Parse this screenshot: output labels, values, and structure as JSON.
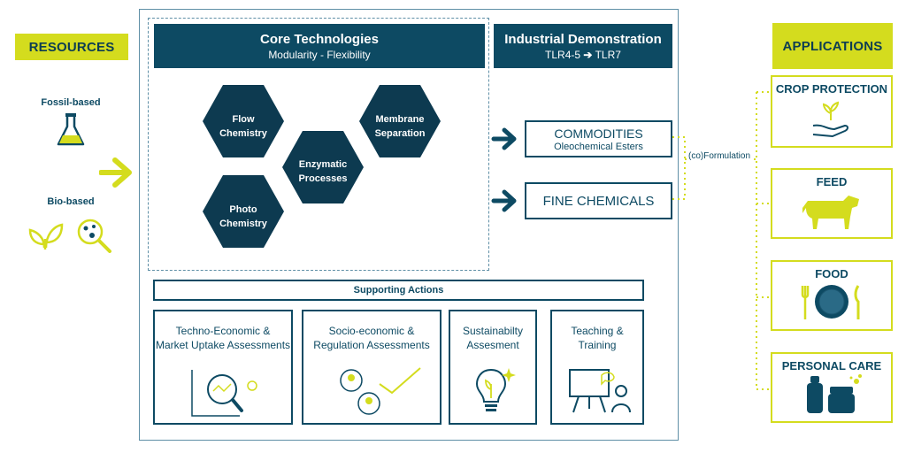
{
  "resources": {
    "title": "RESOURCES",
    "fossil_label": "Fossil-based",
    "bio_label": "Bio-based"
  },
  "core": {
    "title": "Core Technologies",
    "subtitle": "Modularity - Flexibility",
    "hexagons": [
      {
        "line1": "Flow",
        "line2": "Chemistry"
      },
      {
        "line1": "Membrane",
        "line2": "Separation"
      },
      {
        "line1": "Enzymatic",
        "line2": "Processes"
      },
      {
        "line1": "Photo",
        "line2": "Chemistry"
      }
    ]
  },
  "industrial": {
    "title": "Industrial Demonstration",
    "subtitle_from": "TLR4-5",
    "subtitle_to": "TLR7"
  },
  "products": {
    "commodities_title": "COMMODITIES",
    "commodities_subtitle": "Oleochemical Esters",
    "fine_title": "FINE CHEMICALS",
    "formulation": "(co)Formulation"
  },
  "supporting": {
    "title": "Supporting Actions",
    "items": [
      {
        "line1": "Techno-Economic &",
        "line2": "Market Uptake Assessments"
      },
      {
        "line1": "Socio-economic &",
        "line2": "Regulation Assessments"
      },
      {
        "line1": "Sustainabilty",
        "line2": "Assesment"
      },
      {
        "line1": "Teaching &",
        "line2": "Training"
      }
    ]
  },
  "applications": {
    "title": "APPLICATIONS",
    "items": [
      "CROP PROTECTION",
      "FEED",
      "FOOD",
      "PERSONAL CARE"
    ]
  },
  "colors": {
    "navy": "#0d4a63",
    "hex_fill": "#0d3a50",
    "lime": "#d4dc1e",
    "border": "#5f8fa6"
  }
}
